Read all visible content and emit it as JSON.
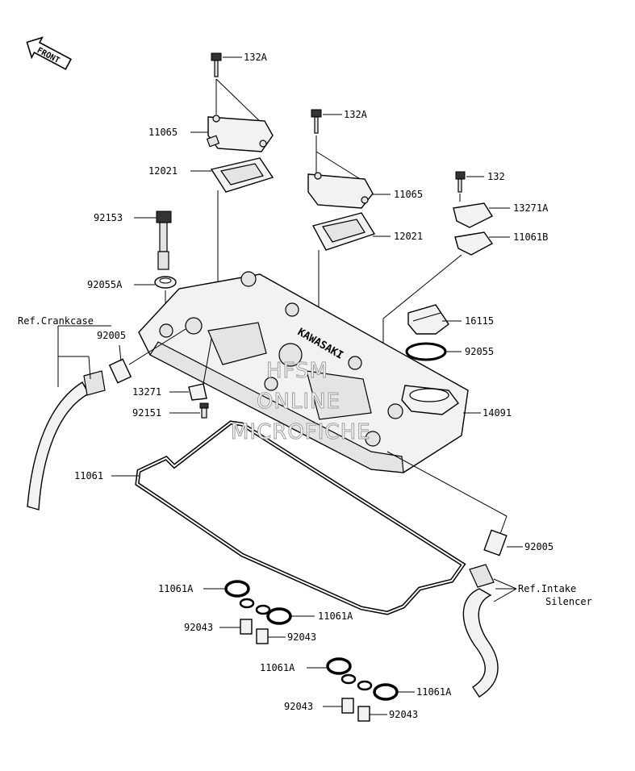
{
  "front_badge": "FRONT",
  "labels": {
    "p132a_1": "132A",
    "p11065_1": "11065",
    "p12021_1": "12021",
    "p132a_2": "132A",
    "p11065_2": "11065",
    "p12021_2": "12021",
    "p132": "132",
    "p13271a": "13271A",
    "p11061b": "11061B",
    "p92153": "92153",
    "p92055a": "92055A",
    "ref_crankcase": "Ref.Crankcase",
    "p92005_1": "92005",
    "p16115": "16115",
    "p92055": "92055",
    "p13271": "13271",
    "p92151": "92151",
    "p14091": "14091",
    "p11061": "11061",
    "p92005_2": "92005",
    "ref_intake_1": "Ref.Intake",
    "ref_intake_2": "Silencer",
    "p11061a_1": "11061A",
    "p11061a_2": "11061A",
    "p92043_1": "92043",
    "p92043_2": "92043",
    "p11061a_3": "11061A",
    "p11061a_4": "11061A",
    "p92043_3": "92043",
    "p92043_4": "92043"
  },
  "watermark": {
    "line1": "HFSM",
    "line2": "ONLINE",
    "line3": "MICROFICHE"
  },
  "cover_embossing": "KAWASAKI"
}
